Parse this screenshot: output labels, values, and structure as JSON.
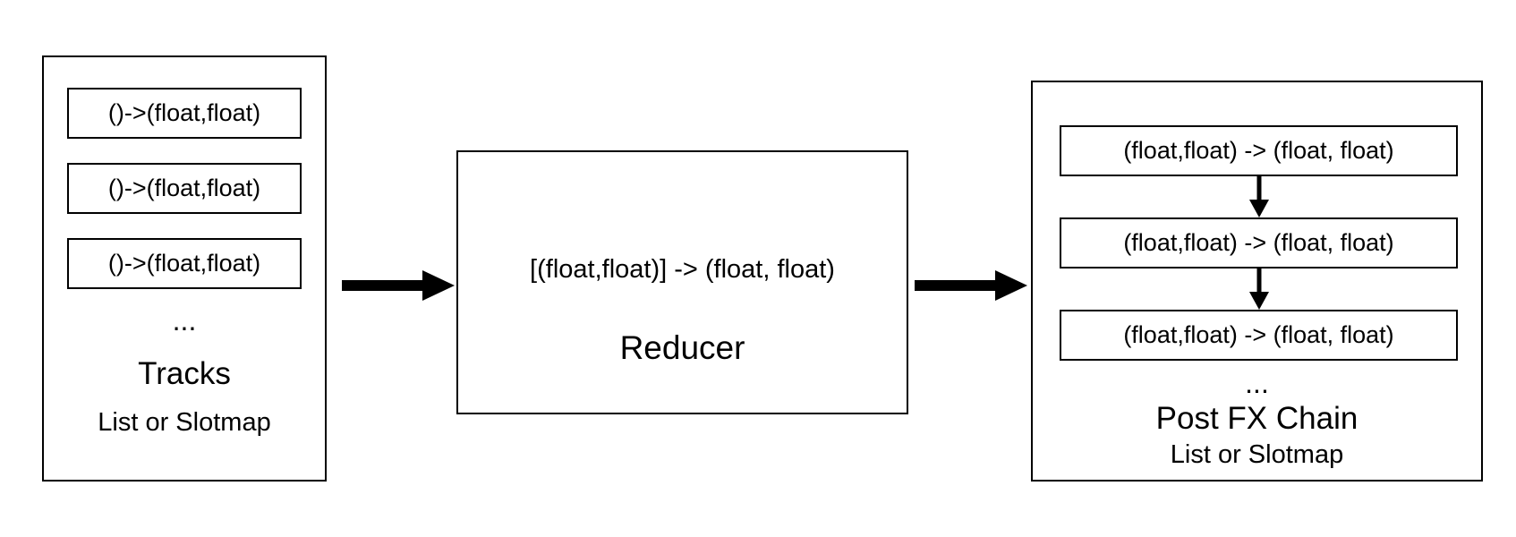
{
  "diagram": {
    "tracks": {
      "items": [
        "()->(float,float)",
        "()->(float,float)",
        "()->(float,float)"
      ],
      "ellipsis": "...",
      "title": "Tracks",
      "subtitle": "List or Slotmap"
    },
    "reducer": {
      "signature": "[(float,float)] -> (float, float)",
      "title": "Reducer"
    },
    "postfx": {
      "items": [
        "(float,float) -> (float, float)",
        "(float,float) -> (float, float)",
        "(float,float) -> (float, float)"
      ],
      "ellipsis": "...",
      "title": "Post FX Chain",
      "subtitle": "List or Slotmap"
    },
    "colors": {
      "stroke": "#000000",
      "background": "#ffffff"
    }
  }
}
